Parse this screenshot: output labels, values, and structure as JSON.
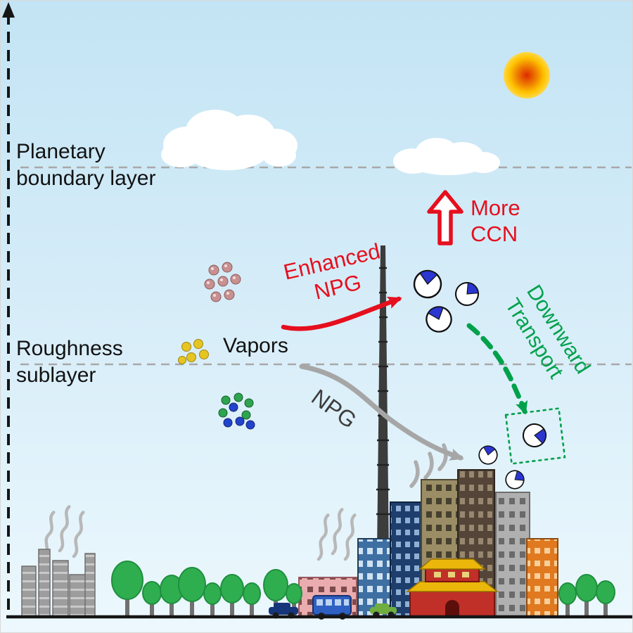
{
  "labels": {
    "planetary_line1": "Planetary",
    "planetary_line2": "boundary layer",
    "roughness_line1": "Roughness",
    "roughness_line2": "sublayer",
    "vapors": "Vapors",
    "enhanced_npg_line1": "Enhanced",
    "enhanced_npg_line2": "NPG",
    "more_ccn_line1": "More",
    "more_ccn_line2": "CCN",
    "downward_transport_line1": "Downward",
    "downward_transport_line2": "Transport",
    "npg": "NPG"
  },
  "colors": {
    "accent_red": "#e60f1e",
    "accent_green": "#00a14b",
    "arrow_gray": "#a6a6a6",
    "particle_blue": "#2b35d0",
    "sky_top": "#c3e4f4",
    "sky_bottom": "#ecf8fd",
    "boundary_line_gray": "#a8a8a8"
  }
}
